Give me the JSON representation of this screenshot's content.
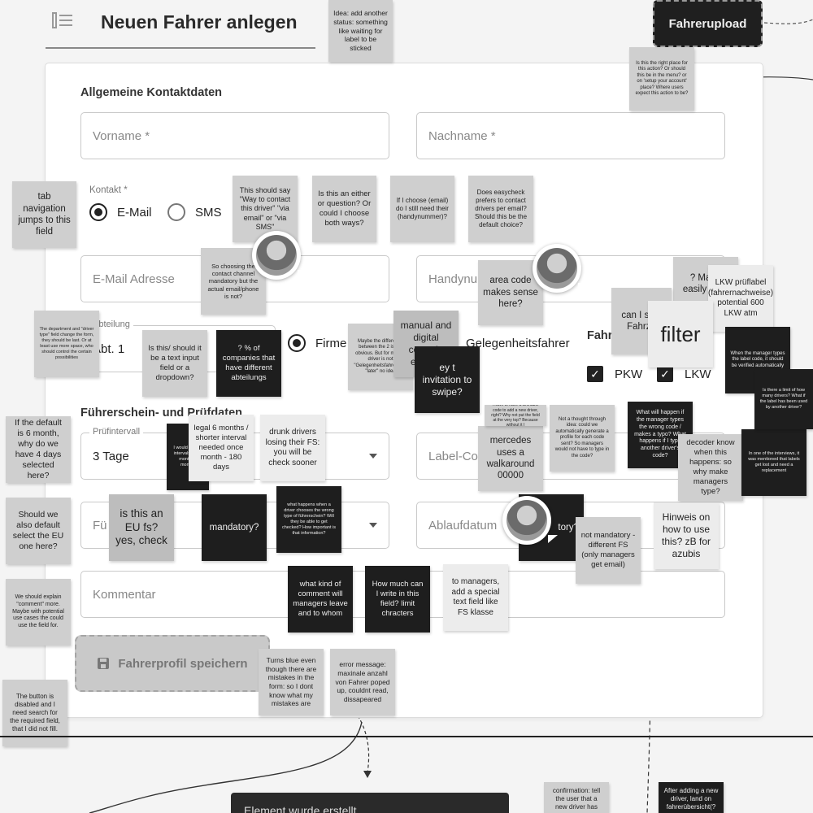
{
  "header": {
    "title": "Neuen Fahrer anlegen",
    "upload_label": "Fahrerupload"
  },
  "form": {
    "section_contact": "Allgemeine Kontaktdaten",
    "first_name_placeholder": "Vorname *",
    "last_name_placeholder": "Nachname *",
    "contact_label": "Kontakt *",
    "contact_email": "E-Mail",
    "contact_sms": "SMS",
    "email_placeholder": "E-Mail Adresse",
    "phone_placeholder": "Handynu",
    "department_label": "Abteilung",
    "department_value": "Abt. 1",
    "driver_type_company": "Firme",
    "driver_type_occasional": "Gelegenheitsfahrer",
    "vehicle_label": "Fahr",
    "vehicle_pkw": "PKW",
    "vehicle_lkw": "LKW",
    "section_license": "Führerschein- und Prüfdaten",
    "interval_label": "Prüfintervall",
    "interval_value": "3 Tage",
    "label_code_placeholder": "Label-Co",
    "license_type_placeholder": "Fü",
    "license_type_suffix": "t",
    "expiry_placeholder": "Ablaufdatum",
    "comment_placeholder": "Kommentar",
    "save_label": "Fahrerprofil speichern"
  },
  "notes": [
    {
      "id": "status",
      "text": "Idea: add another status: something like waiting for label to be sticked"
    },
    {
      "id": "right-place",
      "text": "Is this the right place for this action? Or should this be in the menu? or on 'setup your account' place? Where users expect this action to be?"
    },
    {
      "id": "tab-nav",
      "text": "tab navigation jumps to this field"
    },
    {
      "id": "way-to-contact",
      "text": "This should say \"Way to contact this driver\" \"via email\" or \"via SMS\""
    },
    {
      "id": "either-or",
      "text": "Is this an either or question? Or could I choose both ways?"
    },
    {
      "id": "choose-email",
      "text": "If I choose (email) do I still need their (handynummer)?"
    },
    {
      "id": "easycheck",
      "text": "Does easycheck prefers to contact drivers per email? Should this be the default choice?"
    },
    {
      "id": "so-choosing",
      "text": "So choosing the contact channel mandatory but the actual email/phone is not?"
    },
    {
      "id": "area-code",
      "text": "area code makes sense here?"
    },
    {
      "id": "mana-easily",
      "text": "? Mana easily this i"
    },
    {
      "id": "lkw-pruef",
      "text": "LKW prüflabel (fahrernachweise) potential 600 LKW atm"
    },
    {
      "id": "can-i-select",
      "text": "can I sele Fahrze"
    },
    {
      "id": "filter",
      "text": "filter"
    },
    {
      "id": "dropdown-text",
      "text": "The department and \"driver type\" field change the form, they should be last. Or at least use more space, who should control the certain possibilities"
    },
    {
      "id": "text-or-dropdown",
      "text": "Is this/ should it be a text input field or a dropdown?"
    },
    {
      "id": "percent-abt",
      "text": "? % of companies that have different abteilungs"
    },
    {
      "id": "maybe-diff",
      "text": "Maybe the difference between the 2 is not obvious. But for me the driver is not \"Gelegenheitsfahrer\" but \"later\" no idea"
    },
    {
      "id": "manual-digital",
      "text": "manual and digital control : explain"
    },
    {
      "id": "invitation",
      "text": "ey t invitation to swipe?"
    },
    {
      "id": "label-code-dark",
      "text": "When the manager types the label code, it should be verified automatically"
    },
    {
      "id": "mercedes",
      "text": "mercedes uses a walkaround 00000"
    },
    {
      "id": "no-thought",
      "text": "Not a thought through idea: could we automatically generate a profile for each code sent? So managers would not have to type in the code?"
    },
    {
      "id": "need-label",
      "text": "I have to have a sim/label code to add a new driver, right? Why not put the field at the very top? Because without it I"
    },
    {
      "id": "what-if-wrong",
      "text": "What will happen if the manager types the wrong code / makes a typo? What happens if I type another driver's code?"
    },
    {
      "id": "decoder",
      "text": "decoder know when this happens: so why make managers type?"
    },
    {
      "id": "right-dark",
      "text": "In one of the interviews, it was mentioned that labels get lost and need a replacement"
    },
    {
      "id": "right-dark-2",
      "text": "Is there a limit of how many drivers? What if the label has been used by another driver?"
    },
    {
      "id": "default-6",
      "text": "If the default is 6 month, why do we have 4 days selected here?"
    },
    {
      "id": "intervals-dark",
      "text": "I would expect intervals like 1 month, 3 months"
    },
    {
      "id": "legal-6",
      "text": "legal 6 months / shorter interval needed once month - 180 days"
    },
    {
      "id": "drunk",
      "text": "drunk drivers losing their FS: you will be check sooner"
    },
    {
      "id": "default-eu",
      "text": "Should we also default select the EU one here?"
    },
    {
      "id": "eu-fs",
      "text": "is this an EU fs? yes, check"
    },
    {
      "id": "mandatory",
      "text": "mandatory?"
    },
    {
      "id": "wrong-type",
      "text": "what happens when a driver chooses the wrong type of führerschein? Will they be able to get checked? How important is that information?"
    },
    {
      "id": "tory",
      "text": "tory?"
    },
    {
      "id": "not-mandatory",
      "text": "not mandatory - different FS (only managers get email)"
    },
    {
      "id": "hinweis",
      "text": "Hinweis on how to use this? zB for azubis"
    },
    {
      "id": "explain-comment",
      "text": "We should explain \"comment\" more. Maybe with potential use cases the could use the field for."
    },
    {
      "id": "comment-kind",
      "text": "what kind of comment will managers leave and to whom"
    },
    {
      "id": "how-much",
      "text": "How much can I write in this field? limit chracters"
    },
    {
      "id": "special-field",
      "text": "to managers, add a special text field like FS klasse"
    },
    {
      "id": "disabled",
      "text": "The button is disabled and I need search for the required field, that I did not fill."
    },
    {
      "id": "turns-blue",
      "text": "Turns blue even though there are mistakes in the form: so I dont know what my mistakes are"
    },
    {
      "id": "error-msg",
      "text": "error message: maxinale anzahl von Fahrer poped up, couldnt read, dissapeared"
    },
    {
      "id": "confirm",
      "text": "confirmation: tell the user that a new driver has"
    },
    {
      "id": "after-adding",
      "text": "After adding a new driver, land on fahrerübersicht(? or"
    }
  ],
  "toast": {
    "text": "Element wurde erstellt"
  }
}
